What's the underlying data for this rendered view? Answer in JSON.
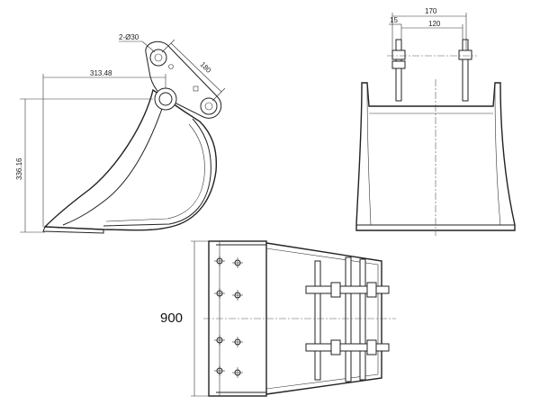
{
  "side_view": {
    "pin_note": "2-Ø30",
    "pin_span": "180",
    "reach": "313.48",
    "height": "336.16"
  },
  "front_view": {
    "overall_width": "170",
    "inner_width": "120",
    "lug": "15"
  },
  "top_view": {
    "width": "900"
  },
  "colors": {
    "line": "#222222",
    "background": "#ffffff"
  }
}
